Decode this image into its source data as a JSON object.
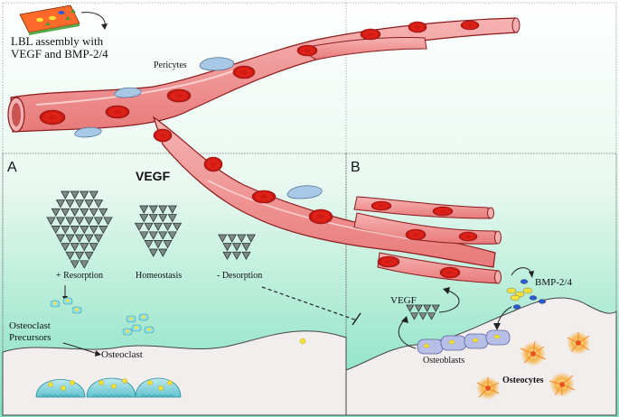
{
  "labels": {
    "lbl_line1": "LBL assembly with",
    "lbl_line2": "VEGF and BMP-2/4",
    "pericytes": "Pericytes",
    "panel_a": "A",
    "panel_b": "B",
    "vegf_heading": "VEGF",
    "resorption": "+ Resorption",
    "homeostasis": "Homeostasis",
    "desorption": "- Desorption",
    "osteoclast_precursors_1": "Osteoclast",
    "osteoclast_precursors_2": "Precursors",
    "osteoclast": "Osteoclast",
    "vegf_b": "VEGF",
    "bmp": "BMP-2/4",
    "osteoblasts": "Osteoblasts",
    "osteocytes": "Osteocytes"
  },
  "colors": {
    "background_gradient_top": "#ffffff",
    "background_gradient_bottom": "#7fe0bf",
    "vessel_wall": "#f08c8c",
    "vessel_outline": "#8b1a1a",
    "red_blood_cell": "#e2231a",
    "vegf_triangle": "#7d8a86",
    "bone": "#f3eeee",
    "osteoblast": "#b7bfe6",
    "osteocyte": "#f6b24a",
    "pericyte": "#a8c8e6"
  }
}
